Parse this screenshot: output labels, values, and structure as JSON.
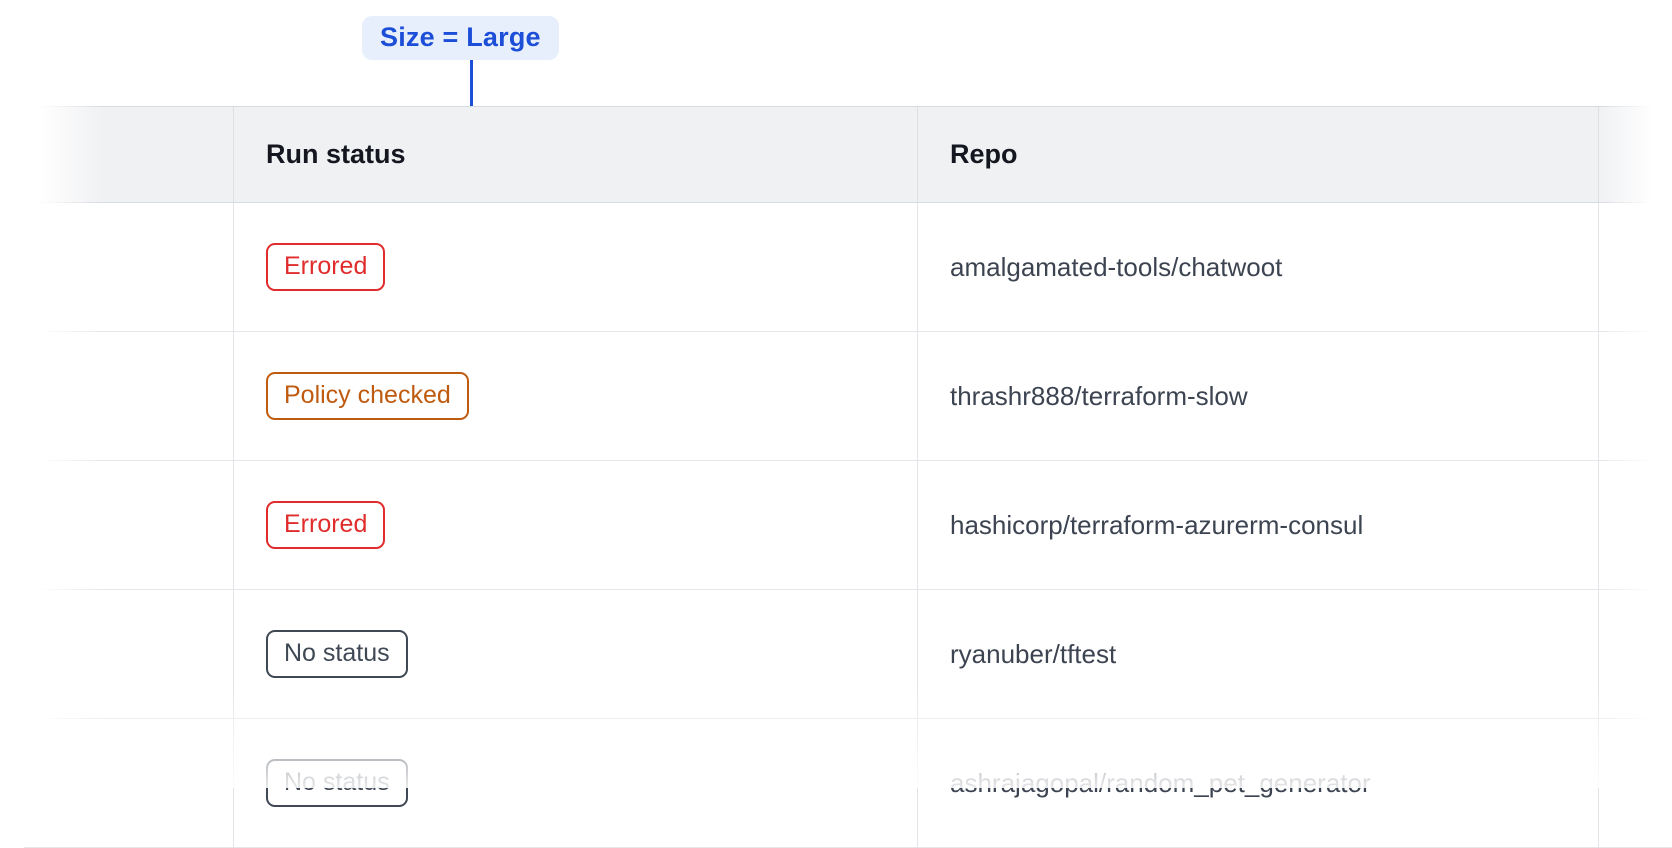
{
  "annotation": {
    "label": "Size = Large",
    "text_color": "#1c4ed8",
    "bg_color": "#e7eefc",
    "line_color": "#1c4ed8"
  },
  "table": {
    "columns": [
      {
        "key": "blank",
        "label": ""
      },
      {
        "key": "run_status",
        "label": "Run status"
      },
      {
        "key": "repo",
        "label": "Repo"
      }
    ],
    "rows": [
      {
        "status": "Errored",
        "status_variant": "errored",
        "repo": "amalgamated-tools/chatwoot"
      },
      {
        "status": "Policy checked",
        "status_variant": "policy_checked",
        "repo": "thrashr888/terraform-slow"
      },
      {
        "status": "Errored",
        "status_variant": "errored",
        "repo": "hashicorp/terraform-azurerm-consul"
      },
      {
        "status": "No status",
        "status_variant": "no_status",
        "repo": "ryanuber/tftest"
      },
      {
        "status": "No status",
        "status_variant": "no_status",
        "repo": "ashrajagopal/random_pet_generator"
      }
    ],
    "status_colors": {
      "errored": "#e02c2c",
      "policy_checked": "#bf5b10",
      "no_status": "#3f4854"
    }
  }
}
